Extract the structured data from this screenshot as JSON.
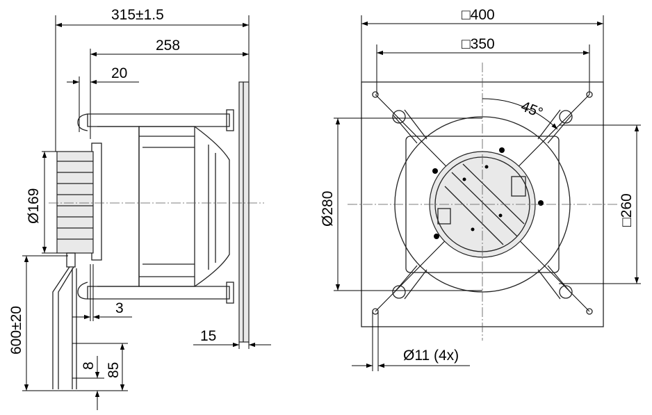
{
  "side_view": {
    "overall_length": "315±1.5",
    "body_length": "258",
    "hub_offset": "20",
    "motor_diameter": "Ø169",
    "cable_length": "600±20",
    "flange_gap": "3",
    "flange_thickness": "15",
    "strip_length": "8",
    "lead_length": "85"
  },
  "front_view": {
    "plate_size": "□400",
    "hole_spacing": "□350",
    "hole_angle": "45°",
    "inlet_diameter": "Ø280",
    "bracket_size": "□260",
    "hole_diameter": "Ø11 (4x)"
  }
}
